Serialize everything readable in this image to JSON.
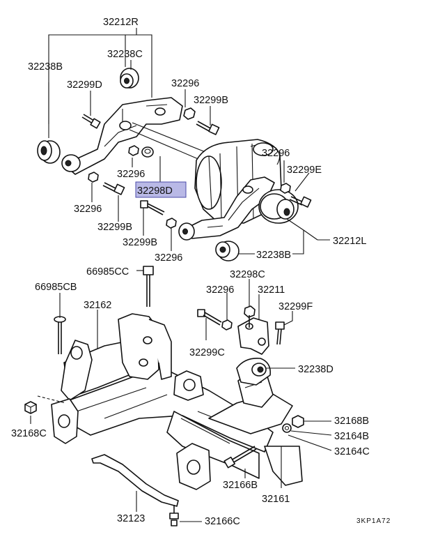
{
  "diagram": {
    "highlight_color": "#b9b9e6",
    "labels": {
      "p32212R": "32212R",
      "p32238C": "32238C",
      "p32238B_top": "32238B",
      "p32299D": "32299D",
      "p32296_a": "32296",
      "p32299B_a": "32299B",
      "p32296_b": "32296",
      "p32299E": "32299E",
      "p32296_c": "32296",
      "p32298D": "32298D",
      "p32296_d": "32296",
      "p32299B_b": "32299B",
      "p32299B_c": "32299B",
      "p32296_e": "32296",
      "p32238B_right": "32238B",
      "p32212L": "32212L",
      "p66985CC": "66985CC",
      "p66985CB": "66985CB",
      "p32298C": "32298C",
      "p32296_f": "32296",
      "p32211": "32211",
      "p32162": "32162",
      "p32299F": "32299F",
      "p32299C": "32299C",
      "p32238D": "32238D",
      "p32168B": "32168B",
      "p32164B": "32164B",
      "p32168C": "32168C",
      "p32164C": "32164C",
      "p32166B": "32166B",
      "p32161": "32161",
      "p32123": "32123",
      "p32166C": "32166C",
      "diagram_code": "3KP1A72"
    }
  }
}
